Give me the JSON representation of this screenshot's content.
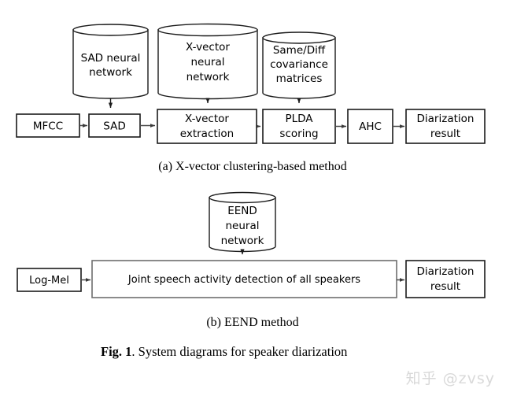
{
  "figure": {
    "caption_prefix": "Fig. 1",
    "caption_rest": ". System diagrams for speaker diarization",
    "subcaption_a": "(a)  X-vector clustering-based method",
    "subcaption_b": "(b)  EEND method"
  },
  "diagram_a": {
    "cylinders": [
      {
        "id": "sad-neural-network",
        "line1": "SAD neural",
        "line2": "network",
        "line3": ""
      },
      {
        "id": "x-vector-neural-network",
        "line1": "X-vector",
        "line2": "neural",
        "line3": "network"
      },
      {
        "id": "same-diff-covariance-matrices",
        "line1": "Same/Diff",
        "line2": "covariance",
        "line3": "matrices"
      }
    ],
    "boxes": [
      {
        "id": "mfcc",
        "line1": "MFCC",
        "line2": ""
      },
      {
        "id": "sad",
        "line1": "SAD",
        "line2": ""
      },
      {
        "id": "x-vector-extraction",
        "line1": "X-vector",
        "line2": "extraction"
      },
      {
        "id": "plda-scoring",
        "line1": "PLDA",
        "line2": "scoring"
      },
      {
        "id": "ahc",
        "line1": "AHC",
        "line2": ""
      },
      {
        "id": "diarization-result",
        "line1": "Diarization",
        "line2": "result"
      }
    ]
  },
  "diagram_b": {
    "cylinders": [
      {
        "id": "eend-neural-network",
        "line1": "EEND",
        "line2": "neural",
        "line3": "network"
      }
    ],
    "boxes": [
      {
        "id": "log-mel",
        "line1": "Log-Mel",
        "line2": ""
      },
      {
        "id": "joint-speech-activity-detection",
        "line1": "Joint speech activity detection of all speakers",
        "line2": ""
      },
      {
        "id": "diarization-result",
        "line1": "Diarization",
        "line2": "result"
      }
    ]
  },
  "watermark": {
    "text": "知乎 @zvsy"
  },
  "colors": {
    "background": "#ffffff",
    "stroke": "#1a1a1a",
    "connector": "#4a4a4a",
    "gray_stroke": "#6e6e6e",
    "watermark": "#d9d9d9"
  }
}
